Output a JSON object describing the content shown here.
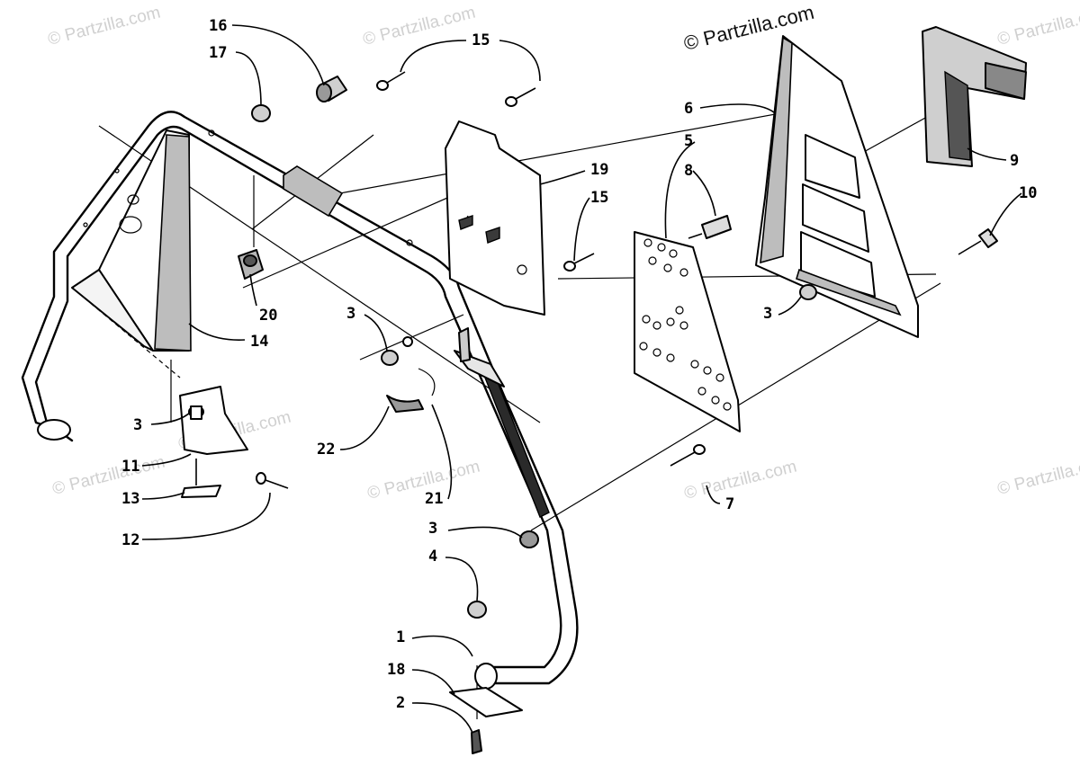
{
  "watermarks": [
    "© Partzilla.com",
    "© Partzilla.com",
    "© Partzilla.com",
    "© Partzilla.com",
    "© Partzilla.com",
    "© Partzilla.com",
    "© Partzilla.com",
    "© Partzilla.com",
    "© Partzilla.com"
  ],
  "callouts": [
    "16",
    "17",
    "15",
    "6",
    "5",
    "8",
    "9",
    "10",
    "19",
    "15",
    "20",
    "14",
    "3",
    "3",
    "3",
    "11",
    "13",
    "12",
    "22",
    "21",
    "3",
    "7",
    "4",
    "1",
    "18",
    "2"
  ]
}
